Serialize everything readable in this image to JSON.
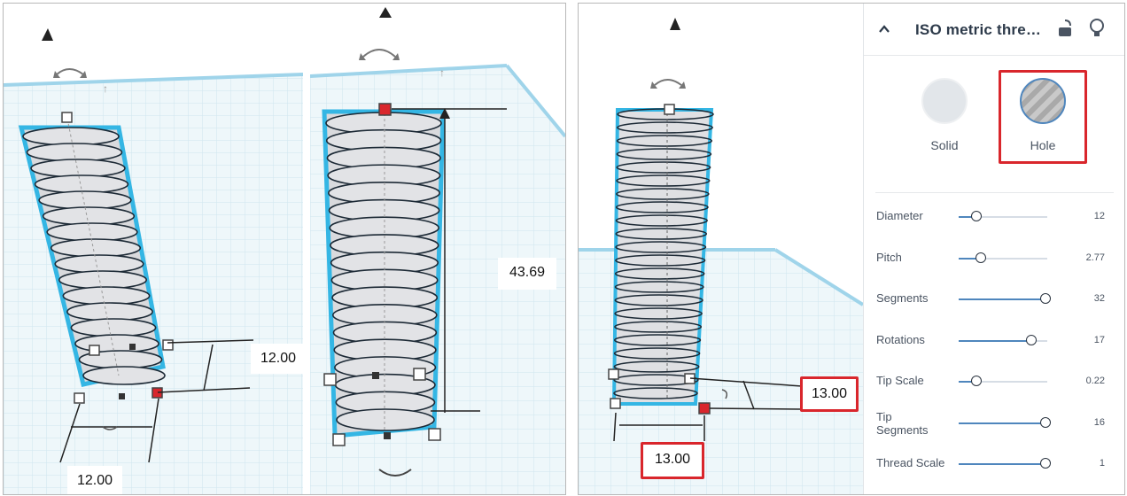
{
  "left_views": {
    "view1_width_label": "12.00",
    "view1_height_label": "12.00",
    "view2_height_label": "43.69"
  },
  "right_view": {
    "width_label": "13.00",
    "depth_label": "13.00"
  },
  "panel": {
    "title": "ISO metric thre…",
    "modes": [
      {
        "label": "Solid",
        "color": "#e2e6ea"
      },
      {
        "label": "Hole",
        "color": "#bcbcbc"
      }
    ],
    "selected_mode": "Hole",
    "properties": [
      {
        "name": "Diameter",
        "value": "12",
        "level": 0.2
      },
      {
        "name": "Pitch",
        "value": "2.77",
        "level": 0.25
      },
      {
        "name": "Segments",
        "value": "32",
        "level": 0.98
      },
      {
        "name": "Rotations",
        "value": "17",
        "level": 0.82
      },
      {
        "name": "Tip Scale",
        "value": "0.22",
        "level": 0.2
      },
      {
        "name": "Tip\nSegments",
        "value": "16",
        "level": 0.98
      },
      {
        "name": "Thread Scale",
        "value": "1",
        "level": 0.98
      }
    ]
  },
  "colors": {
    "accent_red": "#d9262c",
    "outline_blue": "#34b6e4",
    "slider_fill": "#4f86bd",
    "grid": "#cfe6ef"
  }
}
